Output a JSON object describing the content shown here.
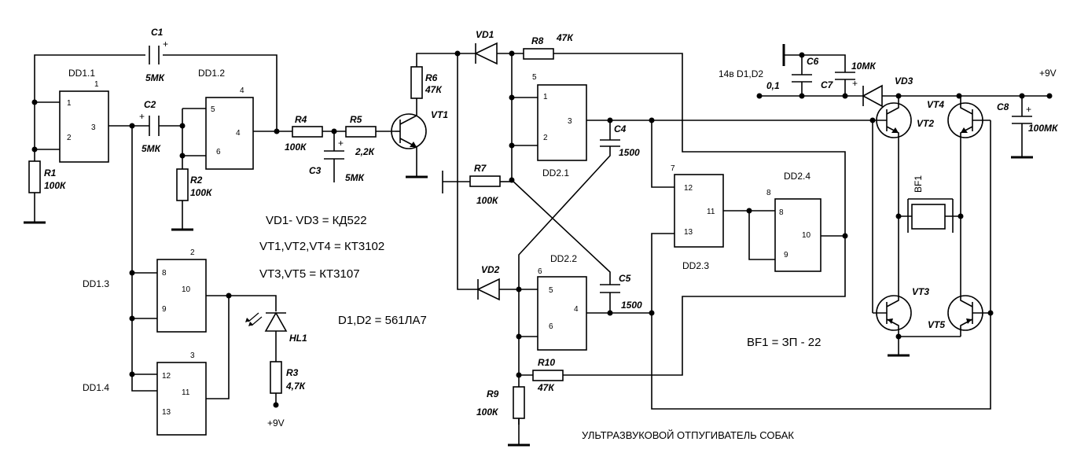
{
  "chips": {
    "dd1_1": "DD1.1",
    "dd1_2": "DD1.2",
    "dd1_3": "DD1.3",
    "dd1_4": "DD1.4",
    "dd2_1": "DD2.1",
    "dd2_2": "DD2.2",
    "dd2_3": "DD2.3",
    "dd2_4": "DD2.4",
    "gate_pin_1": "1",
    "gate_pin_2": "2",
    "gate_pin_3": "3",
    "gate_pin_4": "4",
    "gate_pin_5": "5",
    "gate_pin_6": "6",
    "gate_pin_7": "7",
    "gate_pin_8": "8",
    "gate_pin_9": "9",
    "gate_pin_10": "10",
    "gate_pin_11": "11",
    "gate_pin_12": "12",
    "gate_pin_13": "13"
  },
  "components": {
    "c1": "C1",
    "c1_val": "5МК",
    "c2": "C2",
    "c2_val": "5МК",
    "c3": "C3",
    "c3_val": "5МК",
    "c4": "C4",
    "c4_val": "1500",
    "c5": "C5",
    "c5_val": "1500",
    "c6": "C6",
    "c7": "C7",
    "c67_val": "10МК",
    "c6_val": "0,1",
    "c8": "C8",
    "c8_val": "100МК",
    "r1": "R1",
    "r1_val": "100К",
    "r2": "R2",
    "r2_val": "100К",
    "r3": "R3",
    "r3_val": "4,7К",
    "r4": "R4",
    "r4_val": "100К",
    "r5": "R5",
    "r5_val": "2,2К",
    "r6": "R6",
    "r6_val": "47К",
    "r7": "R7",
    "r7_val": "100К",
    "r8": "R8",
    "r8_val": "47К",
    "r9": "R9",
    "r9_val": "100К",
    "r10": "R10",
    "r10_val": "47К",
    "vd1": "VD1",
    "vd2": "VD2",
    "vd3": "VD3",
    "vt1": "VT1",
    "vt2": "VT2",
    "vt3": "VT3",
    "vt4": "VT4",
    "vt5": "VT5",
    "hl1": "HL1",
    "bf1": "BF1"
  },
  "supply": {
    "plus9_right": "+9V",
    "plus9_bottom": "+9V",
    "pin14": "14в D1,D2"
  },
  "notes": {
    "diodes": "VD1- VD3 = КД522",
    "npn": "VT1,VT2,VT4 = КТ3102",
    "pnp": "VT3,VT5 = КТ3107",
    "chips": "D1,D2 = 561ЛА7",
    "buzzer": "BF1 = ЗП - 22"
  },
  "title": "УЛЬТРАЗВУКОВОЙ ОТПУГИВАТЕЛЬ СОБАК"
}
